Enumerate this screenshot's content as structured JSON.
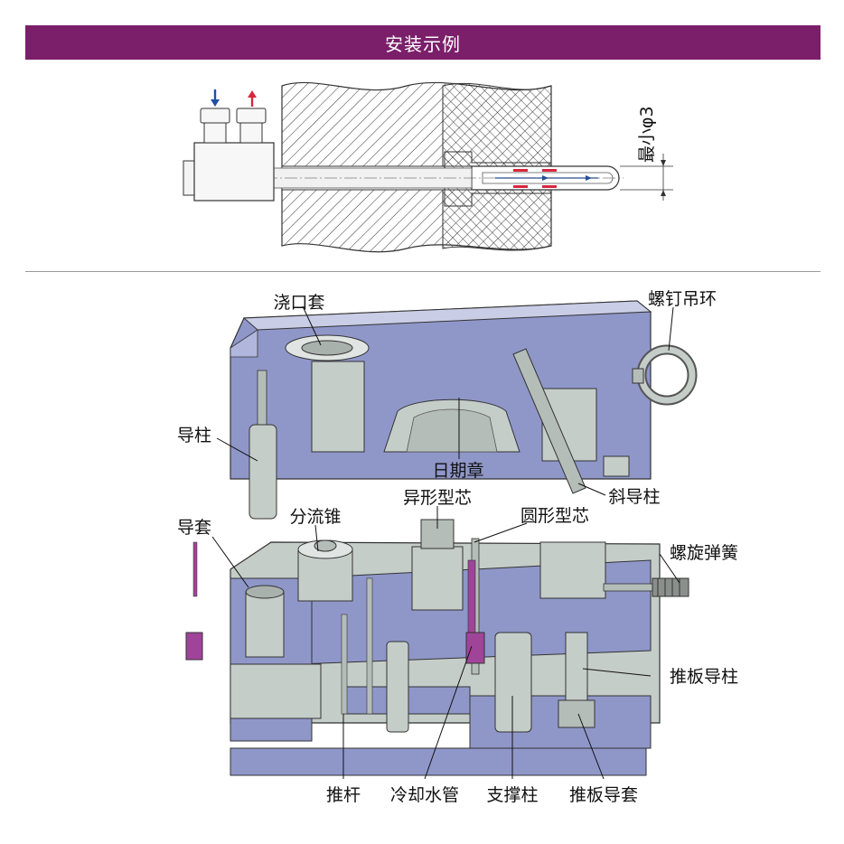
{
  "header": {
    "title": "安装示例"
  },
  "section_diagram": {
    "dimension_label": "最小φ3"
  },
  "mold_labels": {
    "sprue_bushing": "浇口套",
    "eye_bolt": "螺钉吊环",
    "guide_pillar": "导柱",
    "date_stamp": "日期章",
    "angle_pin": "斜导柱",
    "guide_bushing": "导套",
    "sprue_puller": "分流锥",
    "special_core": "异形型芯",
    "round_core": "圆形型芯",
    "coil_spring": "螺旋弹簧",
    "ejector_guide_pillar": "推板导柱",
    "ejector_pin": "推杆",
    "cooling_tube": "冷却水管",
    "support_pillar": "支撑柱",
    "ejector_guide_bushing": "推板导套"
  },
  "colors": {
    "banner": "#7b1f6a",
    "blue_plate": "#8f97c9",
    "grey_part": "#c5cdc9",
    "accent": "#a0449a"
  }
}
